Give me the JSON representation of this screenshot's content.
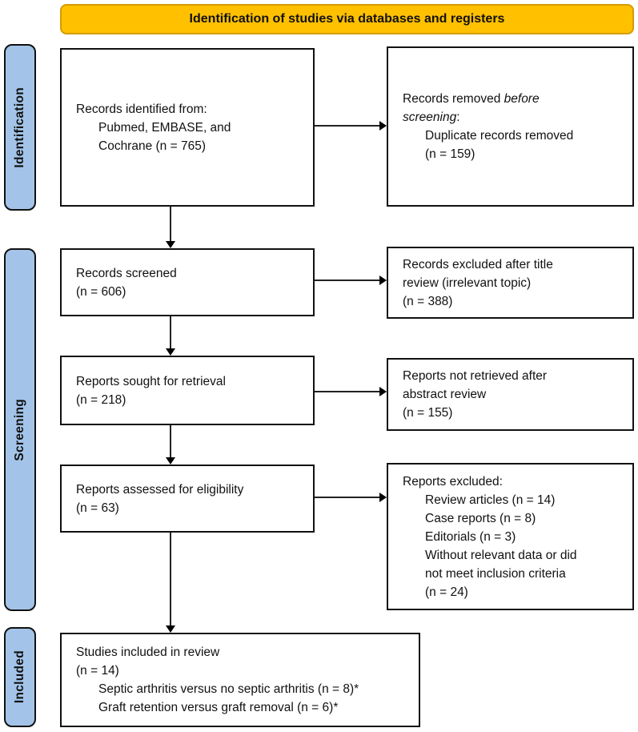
{
  "banner": {
    "label": "Identification of studies via databases and registers"
  },
  "sidebars": {
    "identification": "Identification",
    "screening": "Screening",
    "included": "Included"
  },
  "colors": {
    "banner_bg": "#FFC000",
    "banner_border": "#D59C00",
    "sidebar_bg": "#A3C4E8",
    "box_border": "#111111",
    "arrow": "#000000"
  },
  "boxes": {
    "records_identified": {
      "line1": "Records identified from:",
      "line2": "Pubmed, EMBASE, and",
      "line3": "Cochrane (n = 765)"
    },
    "records_removed": {
      "line1_pre": "Records removed ",
      "line1_italic": "before",
      "line2_italic": "screening",
      "line2_post": ":",
      "line3": "Duplicate records removed",
      "line4": "(n = 159)"
    },
    "records_screened": {
      "line1": "Records screened",
      "line2": "(n = 606)"
    },
    "records_excluded": {
      "line1": "Records excluded after title",
      "line2": "review (irrelevant topic)",
      "line3": "(n = 388)"
    },
    "reports_sought": {
      "line1": "Reports sought for retrieval",
      "line2": "(n = 218)"
    },
    "reports_not_retrieved": {
      "line1": "Reports not retrieved after",
      "line2": "abstract review",
      "line3": "(n = 155)"
    },
    "reports_assessed": {
      "line1": "Reports assessed for eligibility",
      "line2": "(n = 63)"
    },
    "reports_excluded": {
      "line1": "Reports excluded:",
      "line2": "Review articles (n = 14)",
      "line3": "Case reports (n = 8)",
      "line4": "Editorials (n = 3)",
      "line5": "Without relevant data or did",
      "line6": "not meet inclusion criteria",
      "line7": "(n = 24)"
    },
    "studies_included": {
      "line1": "Studies included in review",
      "line2": "(n = 14)",
      "line3": "Septic arthritis versus no septic arthritis (n = 8)*",
      "line4": "Graft retention versus graft removal (n = 6)*"
    }
  }
}
